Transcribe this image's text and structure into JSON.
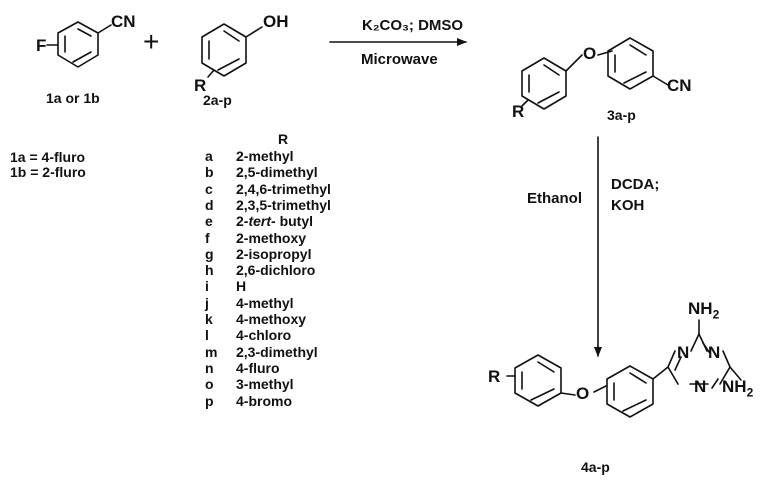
{
  "reactants": {
    "fluorobenzonitrile": {
      "f": "F",
      "cn": "CN",
      "label": "1a or 1b"
    },
    "plus": "+",
    "phenol": {
      "oh": "OH",
      "r": "R",
      "label": "2a-p"
    }
  },
  "step1": {
    "reagents": "K₂CO₃; DMSO",
    "conditions": "Microwave"
  },
  "intermediate": {
    "o": "O",
    "r": "R",
    "cn": "CN",
    "label": "3a-p"
  },
  "step2": {
    "solvent": "Ethanol",
    "reagent_line1": "DCDA;",
    "reagent_line2": "KOH"
  },
  "product": {
    "r": "R",
    "o": "O",
    "n1": "N",
    "n2": "N",
    "n3": "N",
    "nh2_top": "NH",
    "nh2_top_sub": "2",
    "nh2_right": "NH",
    "nh2_right_sub": "2",
    "label": "4a-p"
  },
  "fluoro_defs": [
    "1a = 4-fluro",
    "1b = 2-fluro"
  ],
  "substituents": {
    "header": "R",
    "rows": [
      {
        "code": "a",
        "pre": "2-methyl"
      },
      {
        "code": "b",
        "pre": "2,5-dimethyl"
      },
      {
        "code": "c",
        "pre": "2,4,6-trimethyl"
      },
      {
        "code": "d",
        "pre": "2,3,5-trimethyl"
      },
      {
        "code": "e",
        "pre": "2-",
        "italic": "tert",
        "post": "- butyl"
      },
      {
        "code": "f",
        "pre": "2-methoxy"
      },
      {
        "code": "g",
        "pre": "2-isopropyl"
      },
      {
        "code": "h",
        "pre": "2,6-dichloro"
      },
      {
        "code": "i",
        "pre": "H"
      },
      {
        "code": "j",
        "pre": "4-methyl"
      },
      {
        "code": "k",
        "pre": "4-methoxy"
      },
      {
        "code": "l",
        "pre": "4-chloro"
      },
      {
        "code": "m",
        "pre": "2,3-dimethyl"
      },
      {
        "code": "n",
        "pre": "4-fluro"
      },
      {
        "code": "o",
        "pre": "3-methyl"
      },
      {
        "code": "p",
        "pre": "4-bromo"
      }
    ]
  }
}
